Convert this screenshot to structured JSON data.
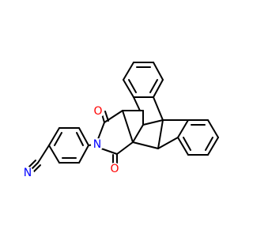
{
  "molecule": {
    "colors": {
      "carbon": "#000000",
      "nitrogen": "#0000ff",
      "oxygen": "#ff0000",
      "background": "#ffffff"
    },
    "atom_labels": {
      "oxygen_top": "O",
      "oxygen_bottom": "O",
      "nitrogen_imide": "N",
      "nitrogen_nitrile": "N"
    }
  }
}
